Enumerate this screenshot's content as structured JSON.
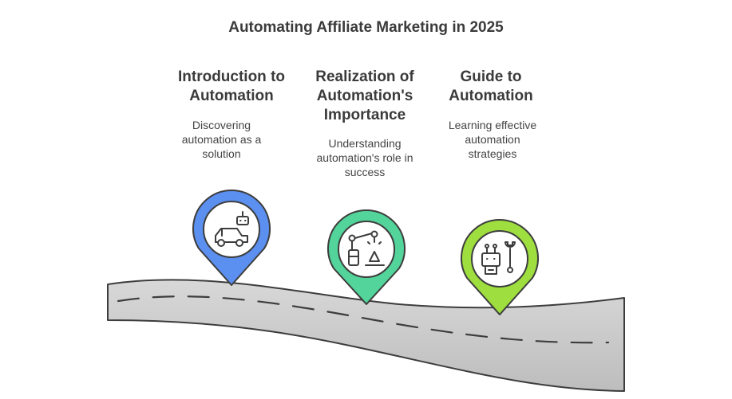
{
  "title": "Automating Affiliate Marketing in 2025",
  "milestones": [
    {
      "heading_lines": [
        "Introduction to",
        "Automation"
      ],
      "desc_lines": [
        "Discovering",
        "automation as a",
        "solution"
      ],
      "icon": "car-robot-icon",
      "color": "#5b8ff0"
    },
    {
      "heading_lines": [
        "Realization of",
        "Automation's",
        "Importance"
      ],
      "desc_lines": [
        "Understanding",
        "automation's role in",
        "success"
      ],
      "icon": "robotic-arm-icon",
      "color": "#52d49a"
    },
    {
      "heading_lines": [
        "Guide to",
        "Automation"
      ],
      "desc_lines": [
        "Learning effective",
        "automation",
        "strategies"
      ],
      "icon": "robot-wrench-icon",
      "color": "#9ede3e"
    }
  ]
}
